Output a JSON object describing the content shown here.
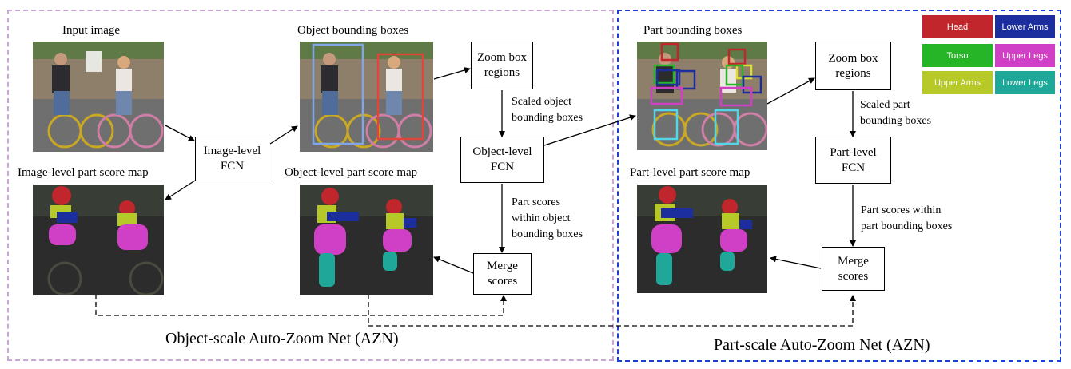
{
  "titles": {
    "input_image": "Input image",
    "object_bboxes": "Object bounding boxes",
    "part_bboxes": "Part bounding boxes",
    "image_level_map": "Image-level part score map",
    "object_level_map": "Object-level part score map",
    "part_level_map": "Part-level part score map"
  },
  "boxes": {
    "image_fcn": [
      "Image-level",
      "FCN"
    ],
    "zoom_obj": [
      "Zoom box",
      "regions"
    ],
    "object_fcn": [
      "Object-level",
      "FCN"
    ],
    "merge_obj": [
      "Merge",
      "scores"
    ],
    "zoom_part": [
      "Zoom box",
      "regions"
    ],
    "part_fcn": [
      "Part-level",
      "FCN"
    ],
    "merge_part": [
      "Merge",
      "scores"
    ]
  },
  "notes": {
    "scaled_object": [
      "Scaled object",
      "bounding boxes"
    ],
    "part_scores_object": [
      "Part scores",
      "within object",
      "bounding boxes"
    ],
    "scaled_part": [
      "Scaled part",
      "bounding boxes"
    ],
    "part_scores_part": [
      "Part scores within",
      "part bounding boxes"
    ]
  },
  "frames": {
    "object_scale": "Object-scale Auto-Zoom Net (AZN)",
    "part_scale": "Part-scale Auto-Zoom Net (AZN)"
  },
  "legend": [
    {
      "label": "Head",
      "color": "#c0262b"
    },
    {
      "label": "Lower Arms",
      "color": "#1c2e9e"
    },
    {
      "label": "Torso",
      "color": "#25b527"
    },
    {
      "label": "Upper Legs",
      "color": "#d040c6"
    },
    {
      "label": "Upper Arms",
      "color": "#b7c928"
    },
    {
      "label": "Lower Legs",
      "color": "#1fa89a"
    }
  ],
  "colors": {
    "object_frame": "#c9a6d6",
    "part_frame": "#1f3fd1"
  }
}
